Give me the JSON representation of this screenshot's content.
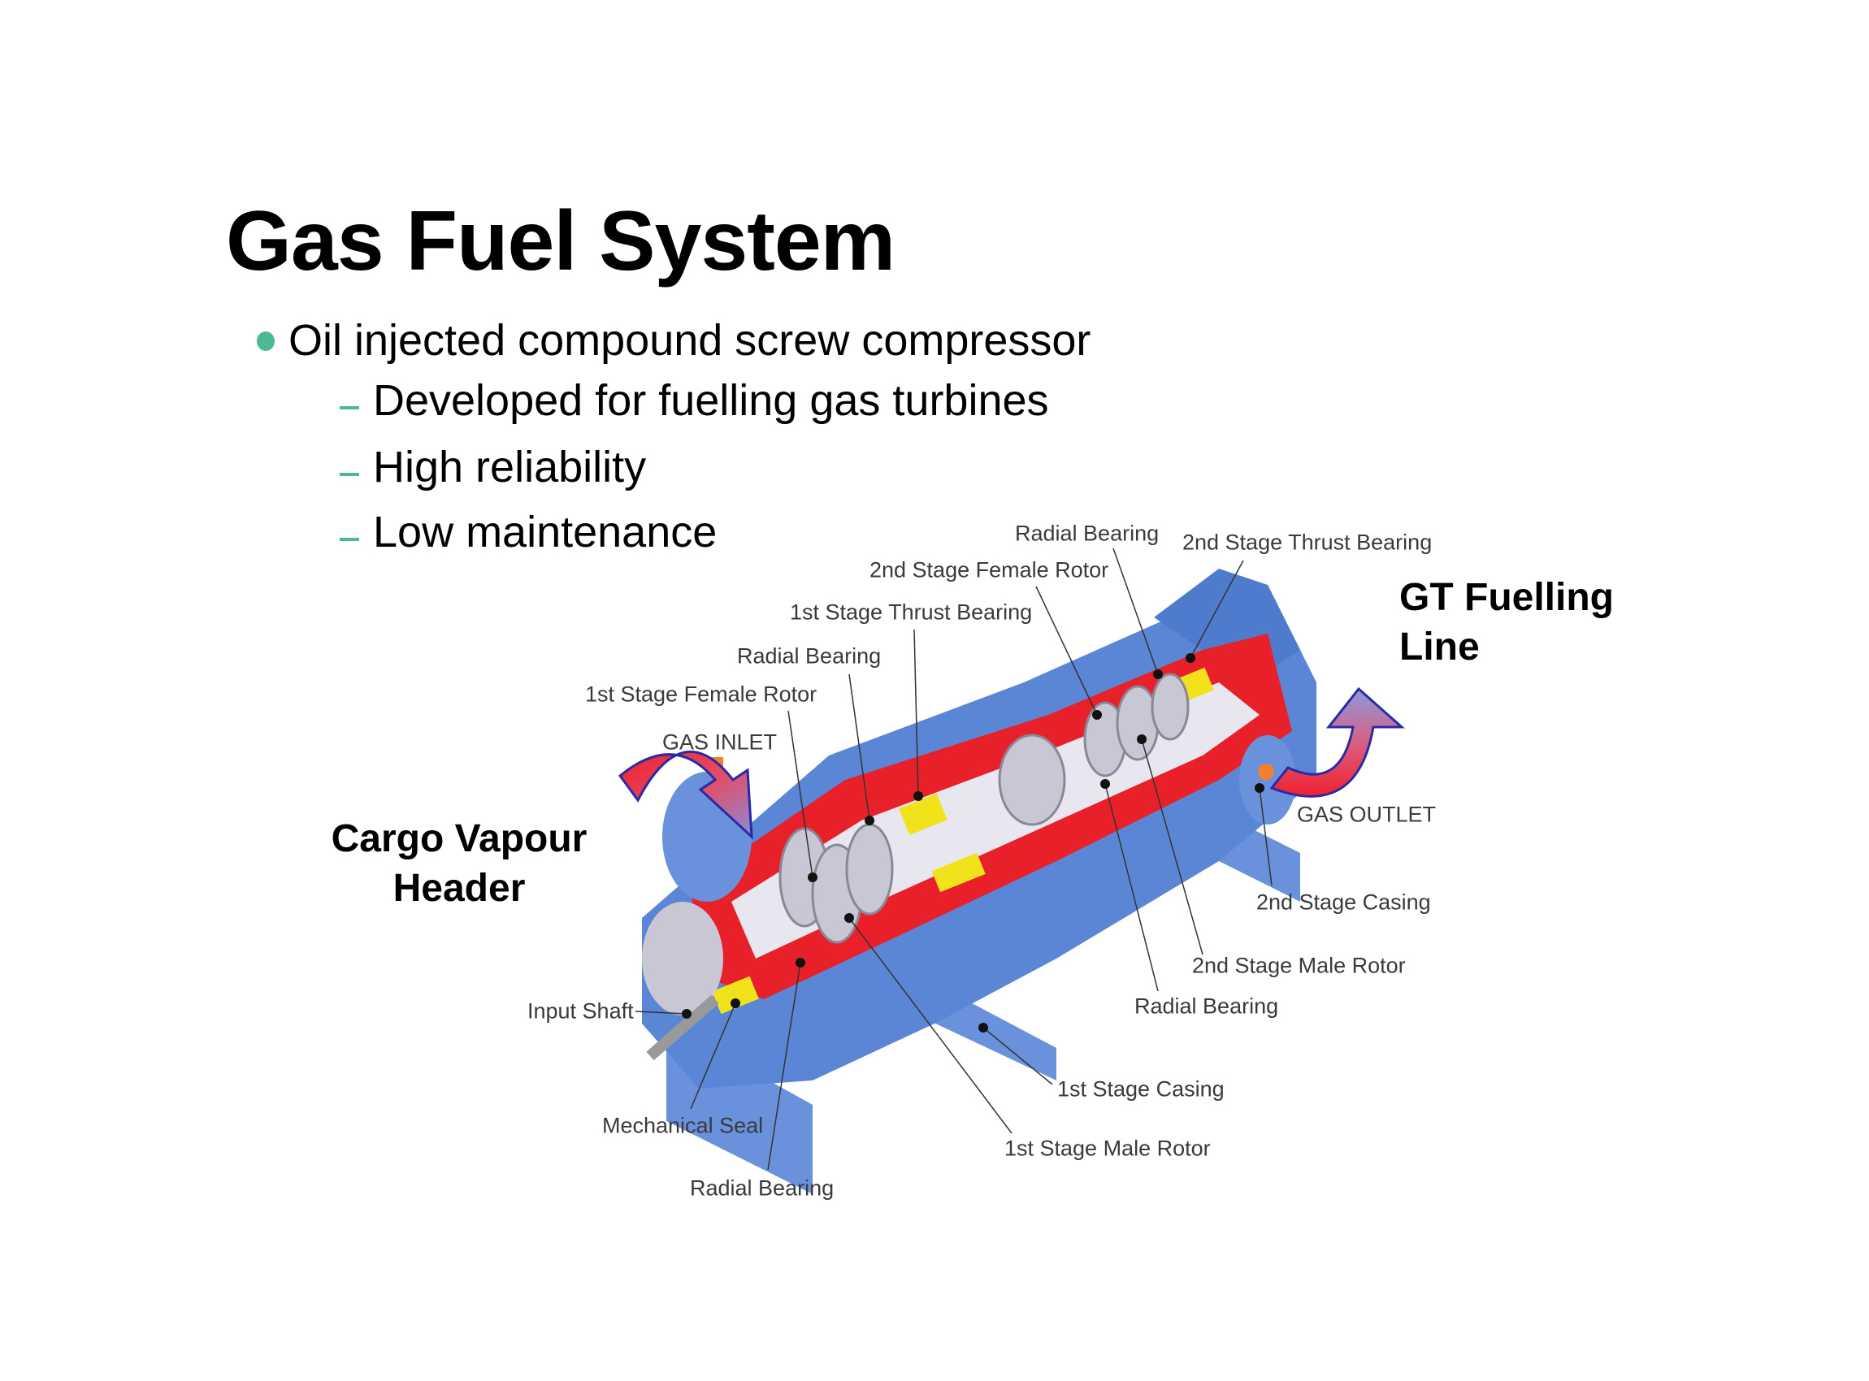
{
  "slide": {
    "title": "Gas Fuel System",
    "bullet": "Oil injected compound screw compressor",
    "sub_bullets": [
      "Developed for fuelling gas turbines",
      "High reliability",
      "Low maintenance"
    ]
  },
  "diagram": {
    "inlet_caption": [
      "Cargo Vapour",
      "Header"
    ],
    "outlet_caption": [
      "GT Fuelling",
      "Line"
    ],
    "labels": {
      "radial_bearing_top": "Radial Bearing",
      "stage2_thrust_bearing": "2nd Stage Thrust Bearing",
      "stage2_female_rotor": "2nd Stage Female Rotor",
      "stage1_thrust_bearing": "1st Stage Thrust Bearing",
      "radial_bearing_mid": "Radial Bearing",
      "stage1_female_rotor": "1st Stage Female Rotor",
      "gas_inlet": "GAS INLET",
      "gas_outlet": "GAS OUTLET",
      "stage2_casing": "2nd Stage Casing",
      "stage2_male_rotor": "2nd Stage Male Rotor",
      "radial_bearing_right": "Radial Bearing",
      "input_shaft": "Input Shaft",
      "stage1_casing": "1st Stage Casing",
      "mechanical_seal": "Mechanical Seal",
      "stage1_male_rotor": "1st Stage Male Rotor",
      "radial_bearing_bottom": "Radial Bearing"
    },
    "colors": {
      "casing": "#5b86d6",
      "section": "#e8202a",
      "bearing": "#f2e21c",
      "accent": "#4db896"
    }
  }
}
